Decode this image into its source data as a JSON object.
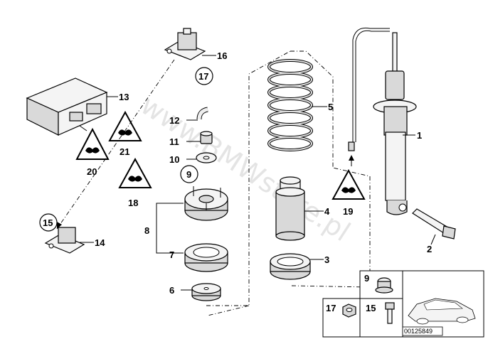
{
  "labels": {
    "p1": "1",
    "p2": "2",
    "p3": "3",
    "p4": "4",
    "p5": "5",
    "p6": "6",
    "p7": "7",
    "p8": "8",
    "p9": "9",
    "p10": "10",
    "p11": "11",
    "p12": "12",
    "p13": "13",
    "p14": "14",
    "p15": "15",
    "p16": "16",
    "p17": "17",
    "p18": "18",
    "p19": "19",
    "p20": "20",
    "p21": "21"
  },
  "inset": {
    "n9": "9",
    "n15": "15",
    "n17": "17"
  },
  "diagram_number": "00125849",
  "watermark": "www.BMWstore.pl"
}
